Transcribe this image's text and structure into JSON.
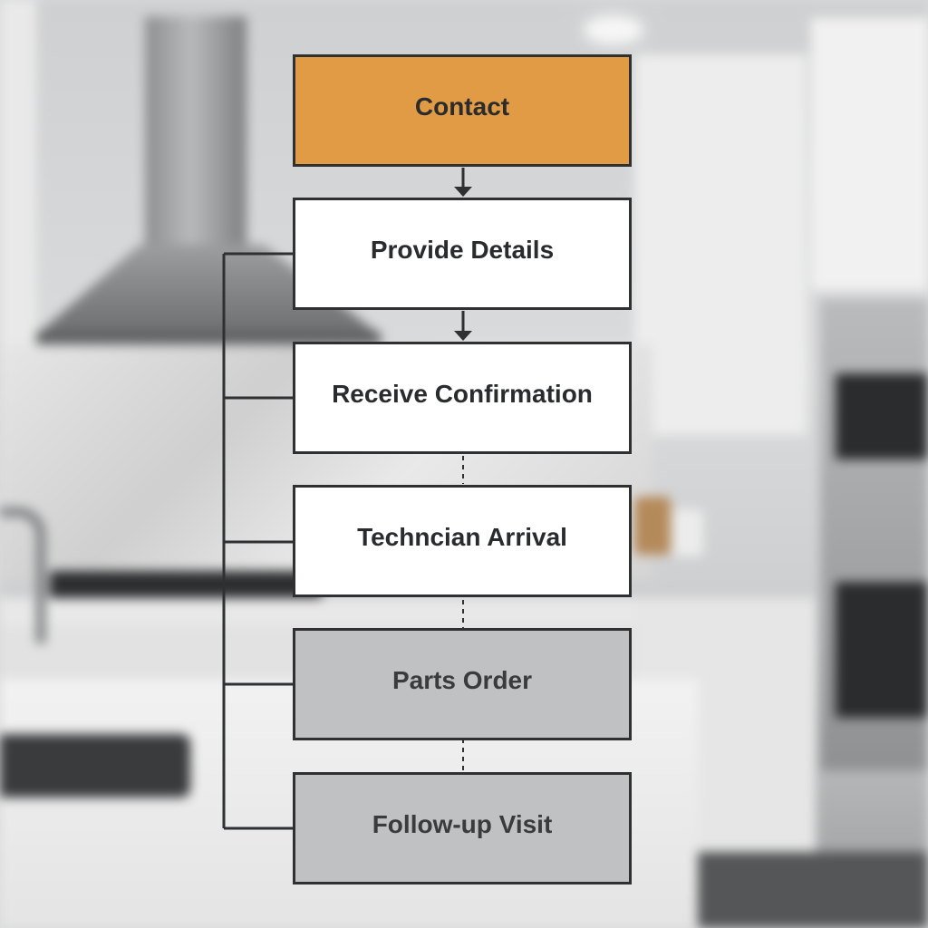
{
  "diagram": {
    "steps": [
      {
        "label": "Contact",
        "state": "active"
      },
      {
        "label": "Provide Details",
        "state": "done"
      },
      {
        "label": "Receive Confirmation",
        "state": "done"
      },
      {
        "label": "Techncian Arrival",
        "state": "done"
      },
      {
        "label": "Parts Order",
        "state": "pending"
      },
      {
        "label": "Follow-up Visit",
        "state": "pending"
      }
    ]
  },
  "colors": {
    "accent": "#e29b45",
    "line": "#2f3032",
    "done_fill": "#ffffff",
    "pending_fill": "#c0c1c2"
  }
}
